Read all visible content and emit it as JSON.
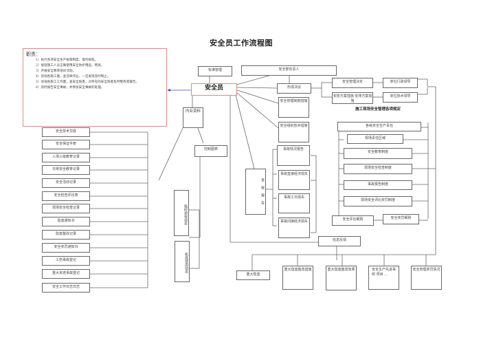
{
  "title": "安全员工作流程图",
  "duties": {
    "heading": "职责：",
    "lines": [
      "1）执行各项安全生产规章制度、操作规程。",
      "2）督促施工人员正确使用安全防护用品、用具。",
      "3）开展安全教育培训活动。",
      "4）巡视各施工面，查违章作业，一旦发现及时制止。",
      "5）巡视各施工工作面，查安全隐患，对存在的安全隐患及时整改或报告。",
      "6）及时报告安全事故，并参加安全事故的处理。"
    ]
  },
  "nodes": {
    "main": "安全员",
    "archive": "标准管理",
    "dept_head": "安全部负责人",
    "form_decision": "形成决议",
    "mgmt_rule": "安全管理决定",
    "unit_admin_lead": "单位行政领导",
    "tech_plan": "安技方案措施 安排方案措施",
    "unit_tech_lead": "单位技术领导",
    "site_rules_label": "施工现场安全管理各项规定",
    "mgmt_system": "安全管理制度措施",
    "org_tech": "安全组织技术措施",
    "internal_data": "内业资料",
    "control_chart": "控制图表",
    "temp_power": "临时用电动态",
    "machine_use": "机具使用动态",
    "accident_report": "事故报告",
    "accident_items": [
      "事故情况报告",
      "事故直接经济损失",
      "事故工日损失",
      "事故间接经济损失"
    ],
    "rules": [
      "各级安全生产责任",
      "现场责任区域",
      "安全教育制度",
      "现场安全检查制度",
      "事故报告制度",
      "现场安全评比奖罚制度"
    ],
    "eval_rules": "安全评比细则",
    "reward_rules": "安全奖罚细则",
    "feedback": "信息反馈",
    "bottom": [
      "重大隐患",
      "重大隐患整改措施",
      "重大隐患整改效果",
      "安全生产先进事例 项目 ...",
      "安全管理奖罚情况"
    ],
    "records": [
      "安全技术交底",
      "安全保证手册",
      "入场三级教育记录",
      "日常安全教育记录",
      "安全活动记录",
      "安全检查评比表",
      "现场安全检查记录",
      "隐患通知书",
      "隐患整改记录",
      "安全奖罚通知书",
      "工伤事故登记",
      "重大未遂事故登记",
      "安全工作日志日志"
    ]
  },
  "colors": {
    "accent_border": "#d98a8a",
    "arrow": "#4a4aa8",
    "line": "#666666"
  }
}
